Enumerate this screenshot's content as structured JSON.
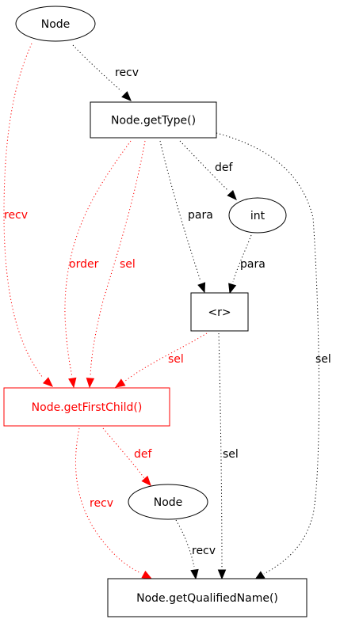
{
  "colors": {
    "default": "#000000",
    "highlight": "#ff0000"
  },
  "nodes": [
    {
      "id": "node_top",
      "label": "Node",
      "shape": "ellipse",
      "highlight": false
    },
    {
      "id": "gettype",
      "label": "Node.getType()",
      "shape": "box",
      "highlight": false
    },
    {
      "id": "int",
      "label": "int",
      "shape": "ellipse",
      "highlight": false
    },
    {
      "id": "r",
      "label": "<r>",
      "shape": "box",
      "highlight": false
    },
    {
      "id": "getfirstchild",
      "label": "Node.getFirstChild()",
      "shape": "box",
      "highlight": true
    },
    {
      "id": "node_bottom",
      "label": "Node",
      "shape": "ellipse",
      "highlight": false
    },
    {
      "id": "getqualifiedname",
      "label": "Node.getQualifiedName()",
      "shape": "box",
      "highlight": false
    }
  ],
  "edges": [
    {
      "id": "e1",
      "from": "node_top",
      "to": "gettype",
      "label": "recv",
      "highlight": false
    },
    {
      "id": "e2",
      "from": "node_top",
      "to": "getfirstchild",
      "label": "recv",
      "highlight": true
    },
    {
      "id": "e3",
      "from": "gettype",
      "to": "int",
      "label": "def",
      "highlight": false
    },
    {
      "id": "e4",
      "from": "gettype",
      "to": "r",
      "label": "para",
      "highlight": false
    },
    {
      "id": "e5",
      "from": "int",
      "to": "r",
      "label": "para",
      "highlight": false
    },
    {
      "id": "e6",
      "from": "gettype",
      "to": "getfirstchild",
      "label": "order",
      "highlight": true
    },
    {
      "id": "e7",
      "from": "gettype",
      "to": "getfirstchild",
      "label": "sel",
      "highlight": true
    },
    {
      "id": "e8",
      "from": "gettype",
      "to": "getqualifiedname",
      "label": "sel",
      "highlight": false
    },
    {
      "id": "e9",
      "from": "r",
      "to": "getfirstchild",
      "label": "sel",
      "highlight": true
    },
    {
      "id": "e10",
      "from": "r",
      "to": "getqualifiedname",
      "label": "sel",
      "highlight": false
    },
    {
      "id": "e11",
      "from": "getfirstchild",
      "to": "node_bottom",
      "label": "def",
      "highlight": true
    },
    {
      "id": "e12",
      "from": "getfirstchild",
      "to": "getqualifiedname",
      "label": "recv",
      "highlight": true
    },
    {
      "id": "e13",
      "from": "node_bottom",
      "to": "getqualifiedname",
      "label": "recv",
      "highlight": false
    }
  ]
}
